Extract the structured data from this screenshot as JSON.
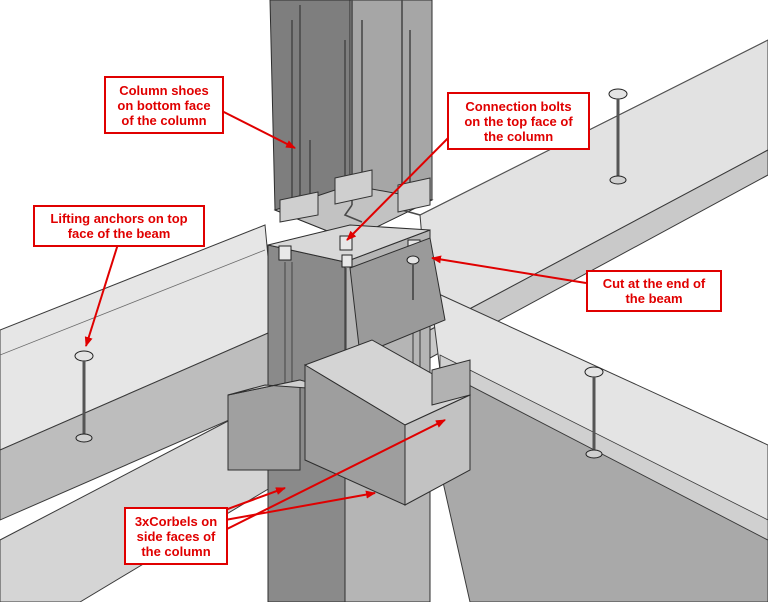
{
  "callouts": {
    "column_shoes": "Column shoes\non bottom face\nof the column",
    "connection_bolts": "Connection bolts\non the top face of\nthe column",
    "lifting_anchors": "Lifting anchors on top\nface of the beam",
    "cut_end": "Cut at the end of\nthe beam",
    "corbels": "3xCorbels on\nside faces of\nthe column"
  },
  "colors": {
    "callout_red": "#e00000",
    "beam_light": "#e6e6e6",
    "beam_mid": "#c4c4c4",
    "beam_dark": "#8e8e8e",
    "column_dark": "#7a7a7a",
    "column_mid": "#9c9c9c",
    "corbel": "#b8b8b8",
    "edge": "#3a3a3a"
  }
}
